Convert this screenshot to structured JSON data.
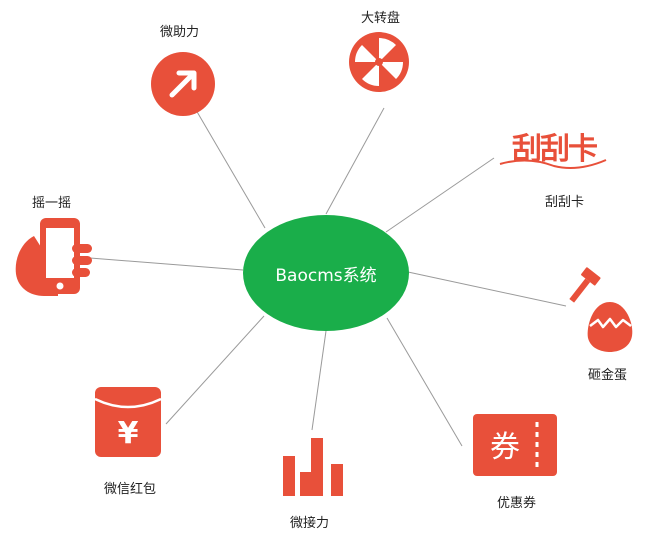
{
  "center": {
    "label": "Baocms系统",
    "color": "#1aae4a"
  },
  "accent_color": "#e8503a",
  "nodes": [
    {
      "label": "微助力",
      "icon": "arrow-up-right-circle-icon"
    },
    {
      "label": "大转盘",
      "icon": "wheel-icon"
    },
    {
      "label": "刮刮卡",
      "icon": "scratch-card-logo-icon",
      "logo_text": "刮刮卡"
    },
    {
      "label": "砸金蛋",
      "icon": "hammer-egg-icon"
    },
    {
      "label": "优惠券",
      "icon": "coupon-icon",
      "icon_text": "券"
    },
    {
      "label": "微接力",
      "icon": "bar-chart-icon"
    },
    {
      "label": "微信红包",
      "icon": "red-envelope-icon",
      "icon_text": "¥"
    },
    {
      "label": "摇一摇",
      "icon": "shake-phone-icon"
    }
  ]
}
